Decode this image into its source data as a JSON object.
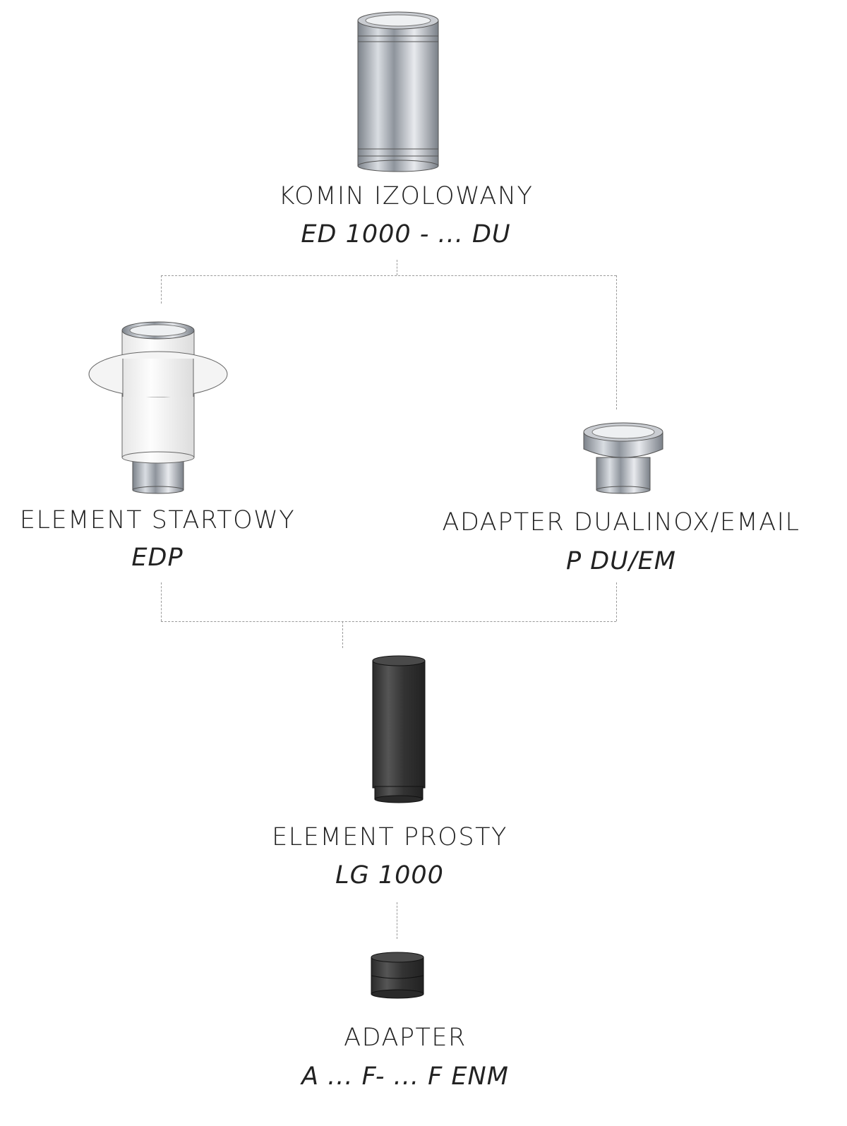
{
  "nodes": [
    {
      "name": "KOMIN IZOLOWANY",
      "code": "ED 1000 - ... DU"
    },
    {
      "name": "ELEMENT STARTOWY",
      "code": "EDP"
    },
    {
      "name": "ADAPTER DUALINOX/EMAIL",
      "code": "P DU/EM"
    },
    {
      "name": "ELEMENT PROSTY",
      "code": "LG 1000"
    },
    {
      "name": "ADAPTER",
      "code": "A ... F- ... F ENM"
    }
  ],
  "colors": {
    "steel": "#b8bcc2",
    "black_pipe": "#3a3a3a",
    "line": "#9a9a9a"
  }
}
